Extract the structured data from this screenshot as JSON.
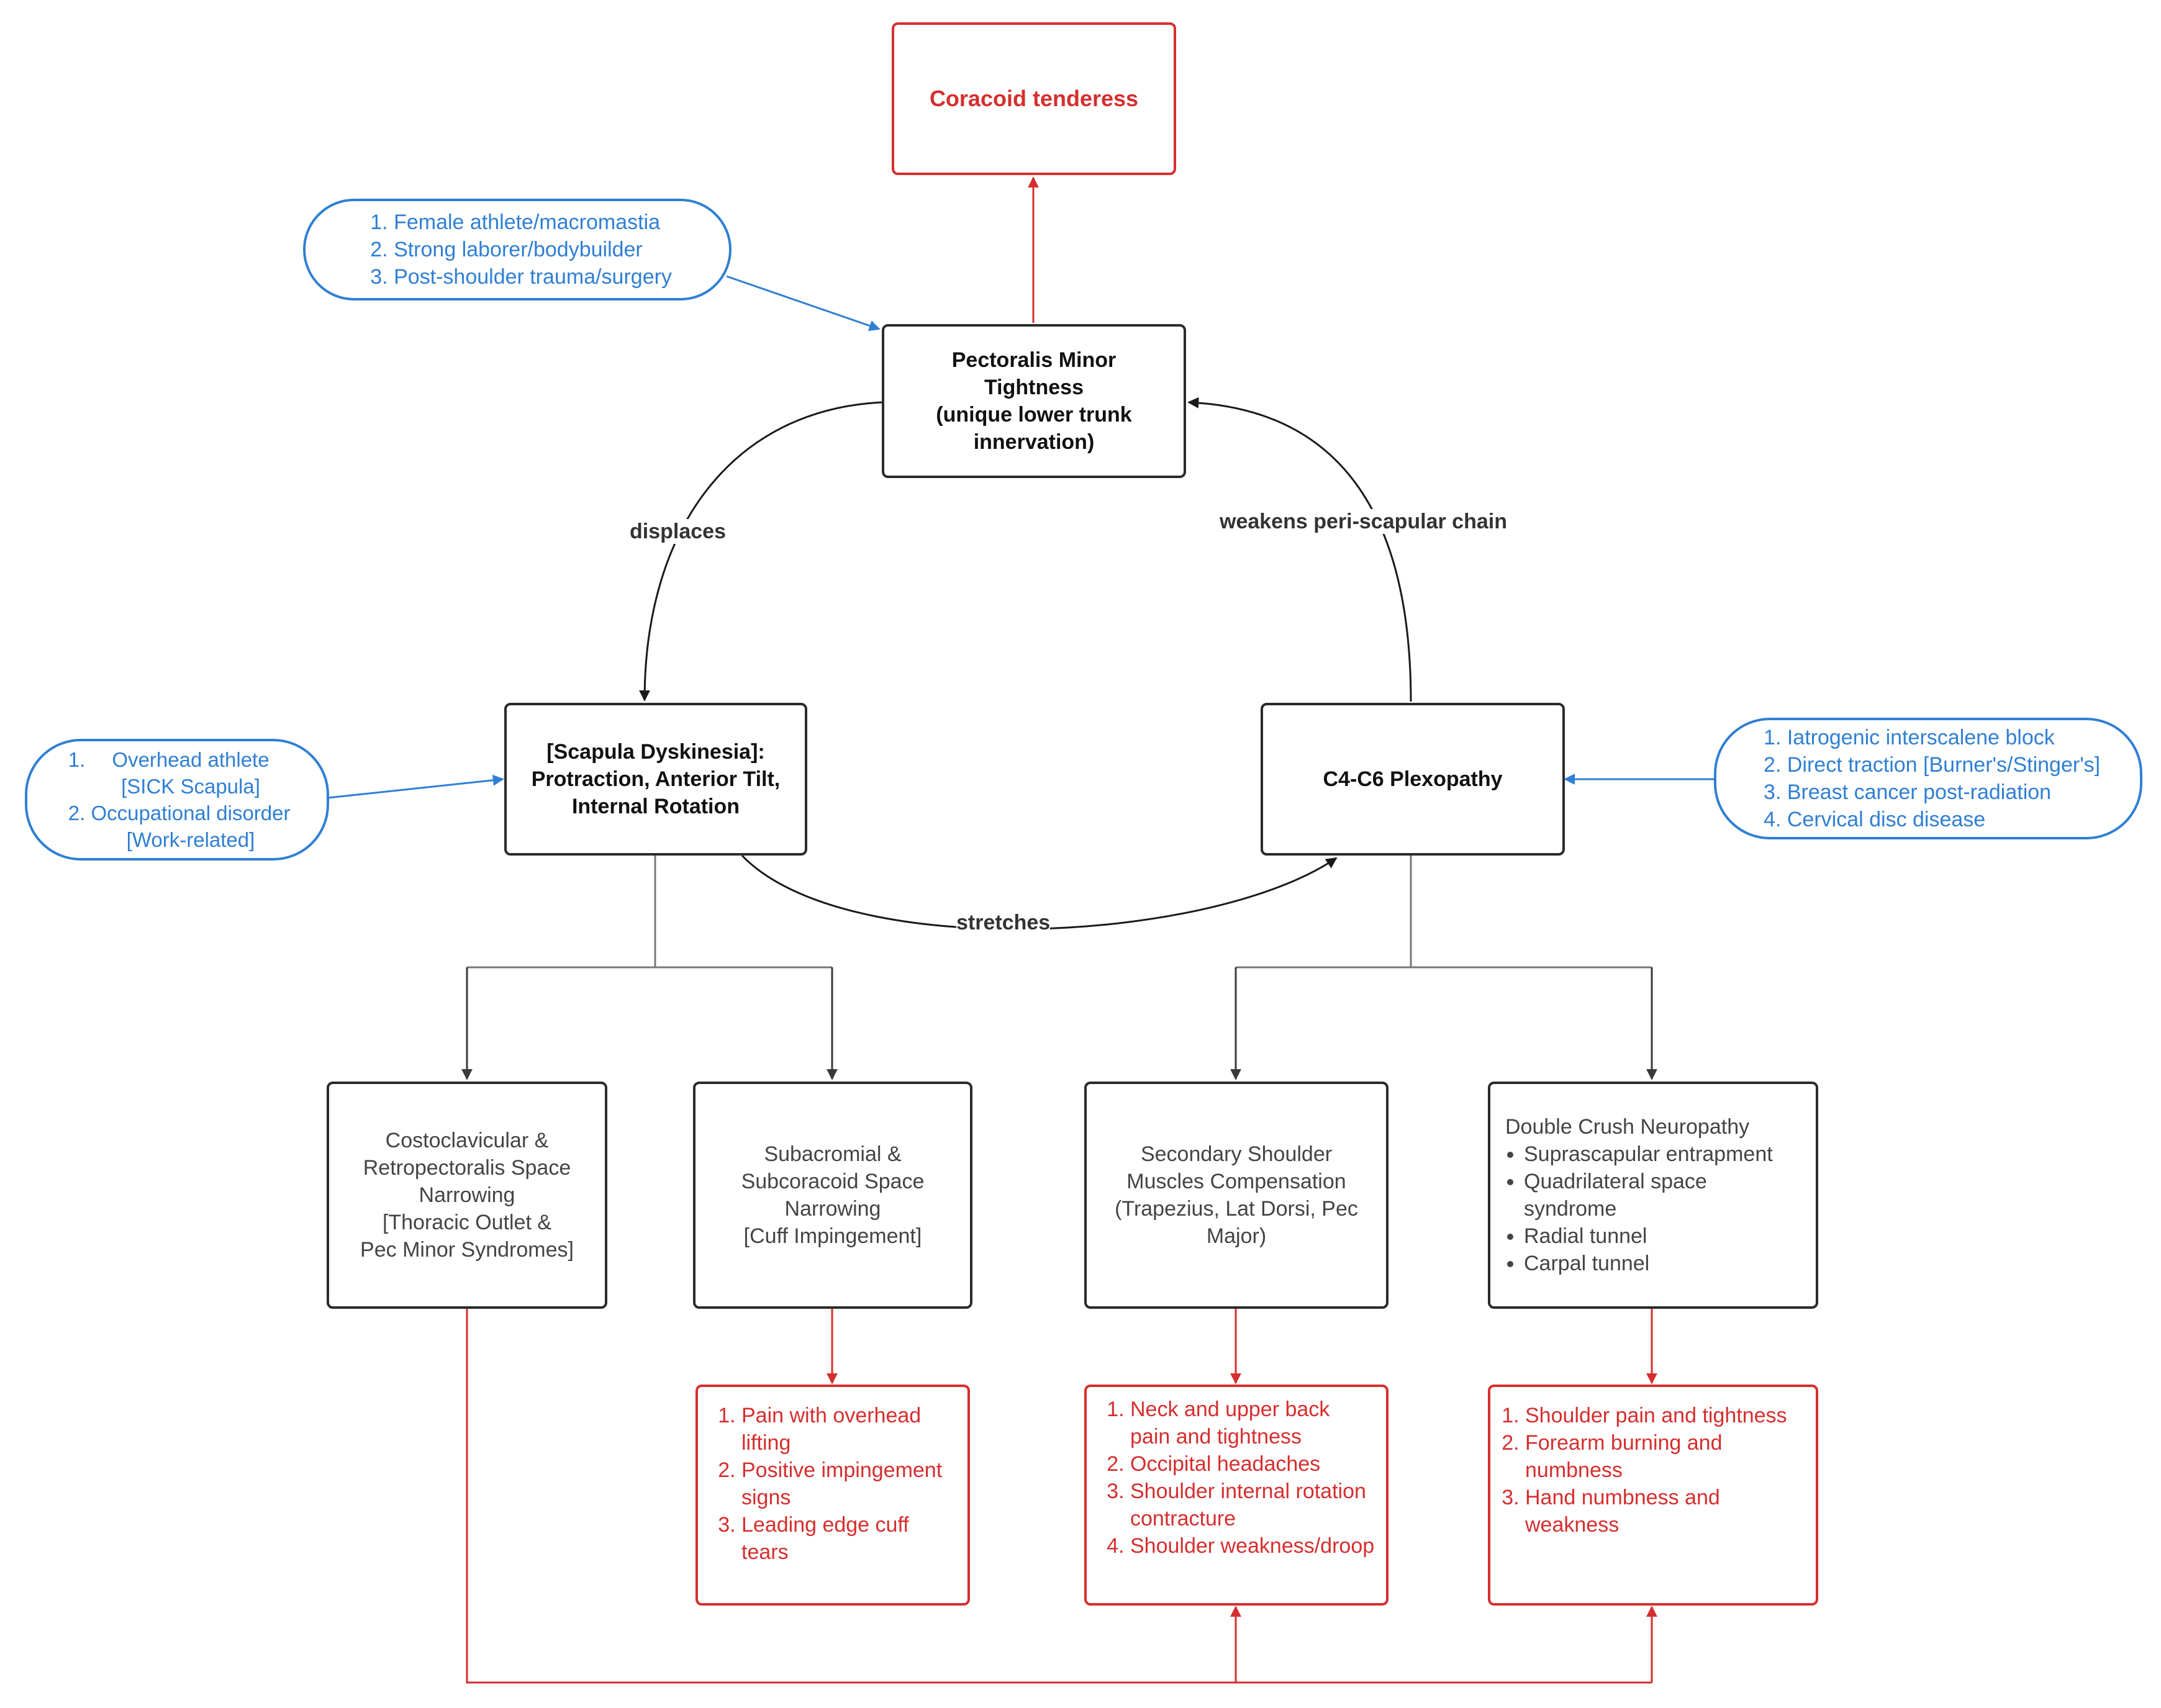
{
  "top_box": {
    "label": "Coracoid tenderess"
  },
  "pec_minor": {
    "lines": [
      "Pectoralis Minor",
      "Tightness",
      "(unique lower trunk",
      "innervation)"
    ]
  },
  "scapula": {
    "lines": [
      "[Scapula Dyskinesia]:",
      "Protraction,  Anterior Tilt,",
      "Internal Rotation"
    ]
  },
  "plexopathy": {
    "label": "C4-C6 Plexopathy"
  },
  "edges": {
    "displaces": "displaces",
    "weakens": "weakens peri-scapular chain",
    "stretches": "stretches"
  },
  "pill_pec": {
    "items": [
      "Female athlete/macromastia",
      "Strong laborer/bodybuilder",
      "Post-shoulder trauma/surgery"
    ]
  },
  "pill_scapula": {
    "items": [
      [
        "Overhead athlete",
        "[SICK Scapula]"
      ],
      [
        "Occupational disorder",
        "[Work-related]"
      ]
    ]
  },
  "pill_plexopathy": {
    "items": [
      "Iatrogenic interscalene block",
      "Direct traction [Burner's/Stinger's]",
      "Breast cancer post-radiation",
      "Cervical disc disease"
    ]
  },
  "effects": {
    "costo": {
      "lines": [
        "Costoclavicular &",
        "Retropectoralis Space",
        "Narrowing",
        "[Thoracic Outlet &",
        "Pec Minor Syndromes]"
      ]
    },
    "subacromial": {
      "lines": [
        "Subacromial &",
        "Subcoracoid Space",
        "Narrowing",
        "[Cuff Impingement]"
      ]
    },
    "secondary": {
      "lines": [
        "Secondary Shoulder",
        "Muscles Compensation",
        "(Trapezius, Lat Dorsi, Pec",
        "Major)"
      ]
    },
    "double_crush": {
      "title": "Double Crush Neuropathy",
      "bullets": [
        "Suprascapular entrapment",
        "Quadrilateral space syndrome",
        "Radial tunnel",
        "Carpal tunnel"
      ]
    }
  },
  "symptoms": {
    "impingement": [
      "Pain with overhead lifting",
      "Positive impingement signs",
      "Leading edge cuff tears"
    ],
    "muscles": [
      "Neck and upper back pain and tightness",
      "Occipital headaches",
      "Shoulder internal rotation contracture",
      "Shoulder weakness/droop"
    ],
    "neuropathy": [
      "Shoulder pain and tightness",
      "Forearm burning and numbness",
      "Hand numbness and weakness"
    ]
  },
  "colors": {
    "black": "#2b2b2b",
    "red": "#d62e2e",
    "blue": "#2f7fd4"
  }
}
